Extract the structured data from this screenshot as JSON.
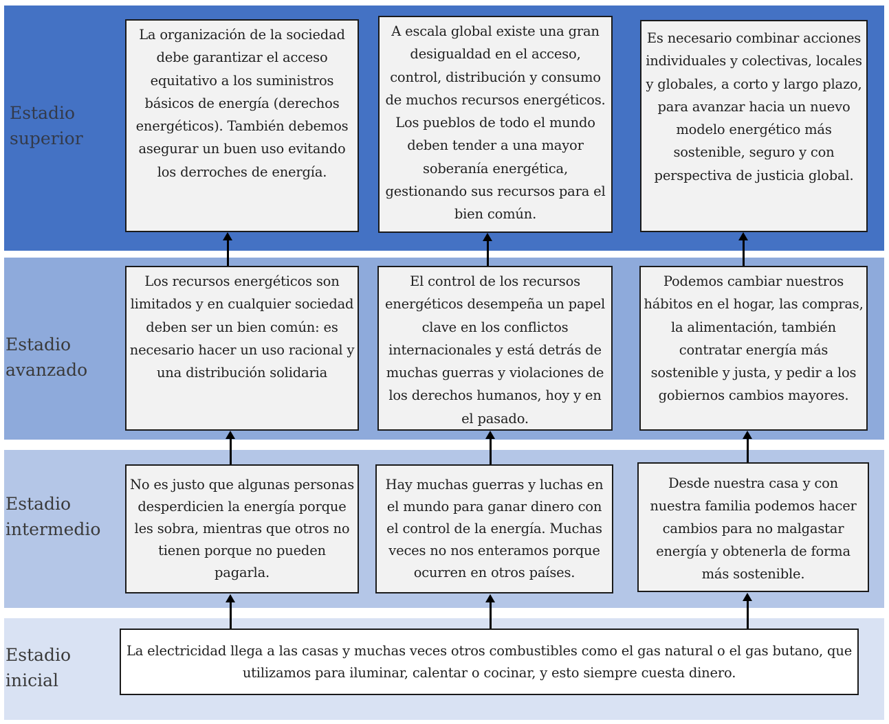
{
  "stages": {
    "superior": "Estadio\nsuperior",
    "avanzado": "Estadio\navanzado",
    "intermedio": "Estadio\nintermedio",
    "inicial": "Estadio\ninicial"
  },
  "boxes": {
    "superior": [
      "La organización de la sociedad debe garantizar el acceso equitativo a los suministros básicos de energía (derechos energéticos). También debemos asegurar un buen uso evitando los derroches de energía.",
      "A escala global existe una gran desigualdad en el acceso, control, distribución y consumo de muchos recursos energéticos. Los pueblos de todo el mundo deben tender a una mayor soberanía energética, gestionando sus recursos para el bien común.",
      "Es necesario combinar acciones individuales y colectivas, locales y globales, a corto y largo plazo, para avanzar hacia un nuevo modelo energético más sostenible, seguro y con perspectiva de justicia global."
    ],
    "avanzado": [
      "Los recursos energéticos son limitados y en cualquier sociedad deben ser un bien común: es necesario hacer un uso racional y una distribución solidaria",
      "El control de los recursos energéticos desempeña un papel clave en los conflictos internacionales y está detrás de muchas guerras y violaciones de los derechos humanos, hoy y en el pasado.",
      "Podemos cambiar nuestros hábitos en el hogar, las compras, la alimentación, también contratar energía más sostenible y justa, y pedir a los gobiernos cambios mayores."
    ],
    "intermedio": [
      "No es justo que algunas personas desperdicien la energía porque les sobra, mientras que otros no tienen porque no pueden pagarla.",
      "Hay muchas guerras y luchas en el mundo para ganar dinero con el control de la energía.  Muchas veces no nos enteramos porque ocurren en otros países.",
      "Desde nuestra casa y con nuestra familia podemos hacer cambios para no malgastar energía y obtenerla de forma más sostenible."
    ],
    "inicial": "La electricidad llega a las casas y muchas veces otros combustibles como el gas natural o el gas butano, que utilizamos para iluminar, calentar o cocinar, y esto siempre cuesta dinero."
  },
  "colors": {
    "superior_band": "#4472c4",
    "avanzado_band": "#8eaadb",
    "intermedio_band": "#b4c6e7",
    "inicial_band": "#d9e2f3",
    "box_fill": "#f2f2f2",
    "box_border": "#1a1a1a"
  }
}
